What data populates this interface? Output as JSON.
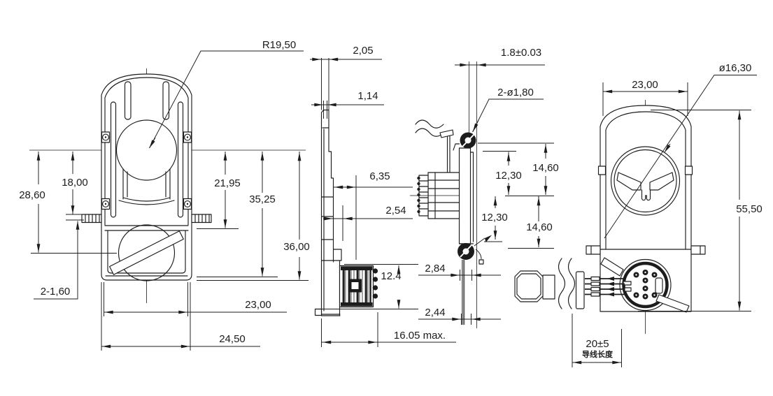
{
  "drawing": {
    "views": {
      "front": {
        "radius_label": "R19,50",
        "dim_18_00": "18,00",
        "dim_28_60": "28,60",
        "dim_2_160": "2-1,60",
        "dim_21_95": "21,95",
        "dim_35_25": "35,25",
        "dim_23_00": "23,00",
        "dim_24_50": "24,50"
      },
      "profile": {
        "dim_2_05": "2,05",
        "dim_1_14": "1,14",
        "dim_6_35": "6,35",
        "dim_2_54": "2,54",
        "dim_36_00": "36,00",
        "dim_12_4": "12.4",
        "dim_16_05_max": "16.05 max."
      },
      "lever": {
        "dim_1_8_tol": "1.8±0.03",
        "dim_2_dia_1_80": "2-ø1,80",
        "dim_12_30_upper": "12,30",
        "dim_14_60_upper": "14,60",
        "dim_12_30_lower": "12,30",
        "dim_14_60_lower": "14,60",
        "dim_2_84": "2,84",
        "dim_2_44": "2,44"
      },
      "rear": {
        "dim_23_00": "23,00",
        "dim_dia_16_30": "ø16,30",
        "dim_55_50": "55,50",
        "dim_20_tol": "20±5",
        "wire_length_label": "导线长度"
      }
    }
  }
}
